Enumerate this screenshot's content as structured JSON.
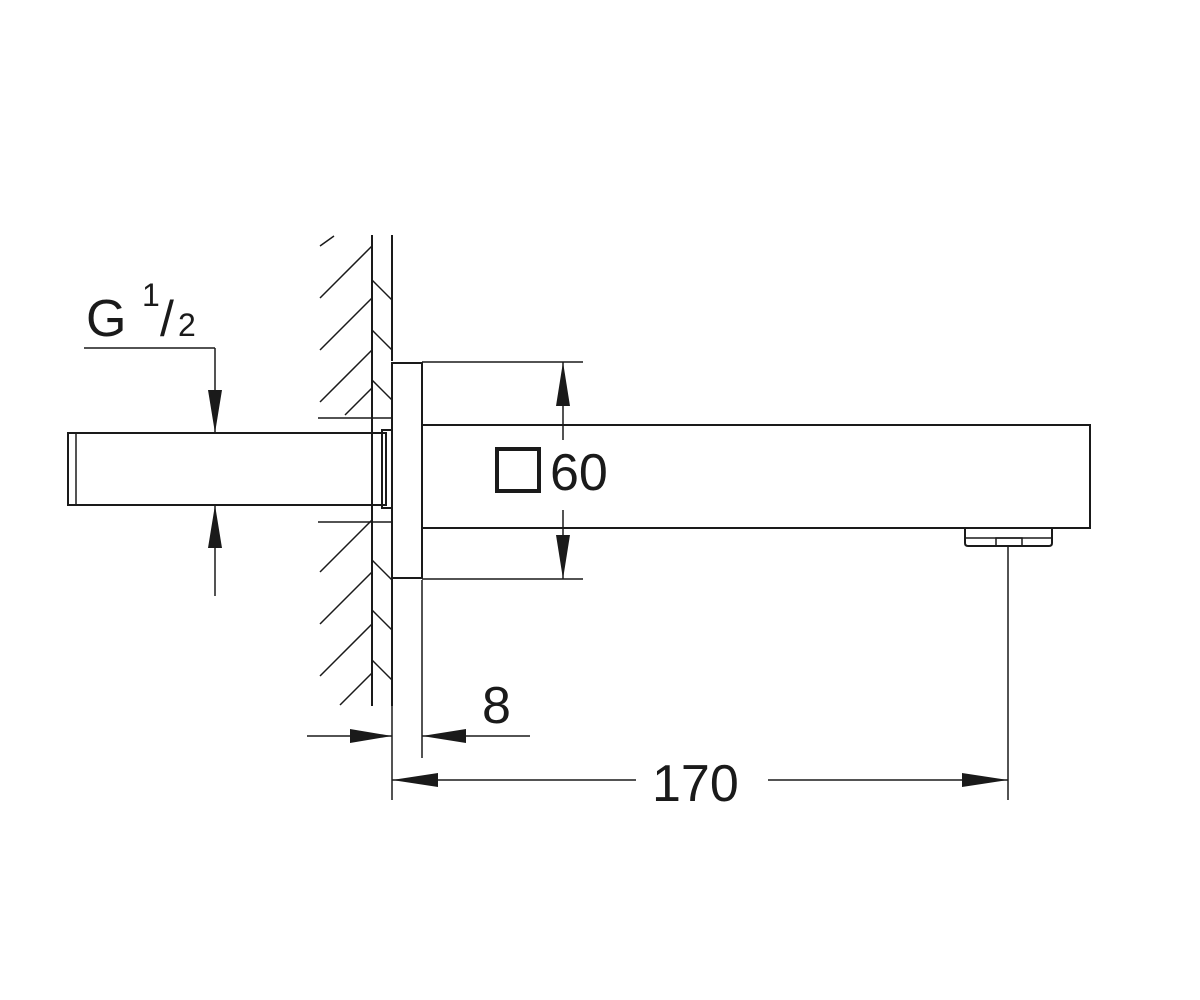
{
  "dimensions": {
    "thread": {
      "prefix": "G",
      "numerator": "1",
      "slash": "/",
      "denominator": "2"
    },
    "square_size": "60",
    "rosette_depth": "8",
    "projection": "170"
  },
  "colors": {
    "line": "#1a1a1a",
    "background": "#ffffff"
  },
  "icons": {
    "square_symbol": "square-dimension-icon"
  }
}
